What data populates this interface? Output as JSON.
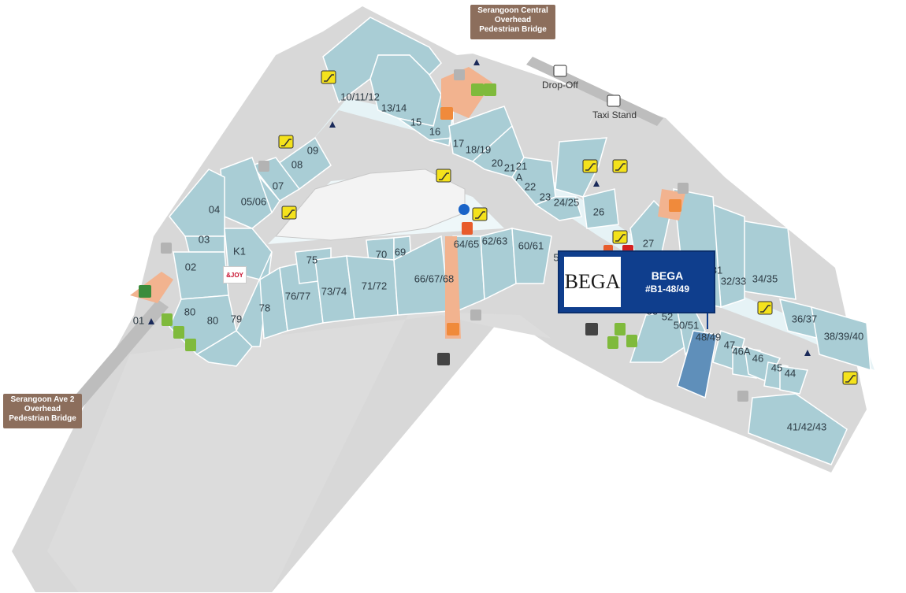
{
  "colors": {
    "background": "#ffffff",
    "floor": "#d8d8d8",
    "corridor": "#e6f3f6",
    "unit": "#a9cdd5",
    "unit_stroke": "#ffffff",
    "highlight_unit": "#5f8fba",
    "service": "#f2b38f",
    "callout": "#0f3e8d",
    "bridge_label": "#8c6e5c",
    "escalator": "#f4e21c",
    "lift": "#f08a3b",
    "toilet": "#7fba3c"
  },
  "callout": {
    "logo_text": "BEGA",
    "name": "BEGA",
    "unit_code": "#B1-48/49"
  },
  "bridges": {
    "top": "Serangoon Central Overhead Pedestrian Bridge",
    "bottom_left": "Serangoon Ave 2 Overhead Pedestrian Bridge"
  },
  "street_labels": {
    "drop_off": "Drop-Off",
    "taxi_stand": "Taxi Stand"
  },
  "kiosk_logo_text": "&JOY",
  "units": [
    "10/11/12",
    "13/14",
    "15",
    "16",
    "17",
    "18/19",
    "20",
    "21",
    "21",
    "A",
    "22",
    "23",
    "24/25",
    "26",
    "27",
    "09",
    "08",
    "07",
    "05/06",
    "04",
    "03",
    "K1",
    "02",
    "01",
    "80",
    "80",
    "79",
    "78",
    "76/77",
    "75",
    "73/74",
    "70",
    "69",
    "71/72",
    "66/67/68",
    "64/65",
    "62/63",
    "60/61",
    "52",
    "50/51",
    "48/49",
    "47",
    "46A",
    "46",
    "45",
    "44",
    "41/42/43",
    "36/37",
    "38/39/40",
    "34/35",
    "32/33",
    "31",
    "53",
    "5"
  ]
}
